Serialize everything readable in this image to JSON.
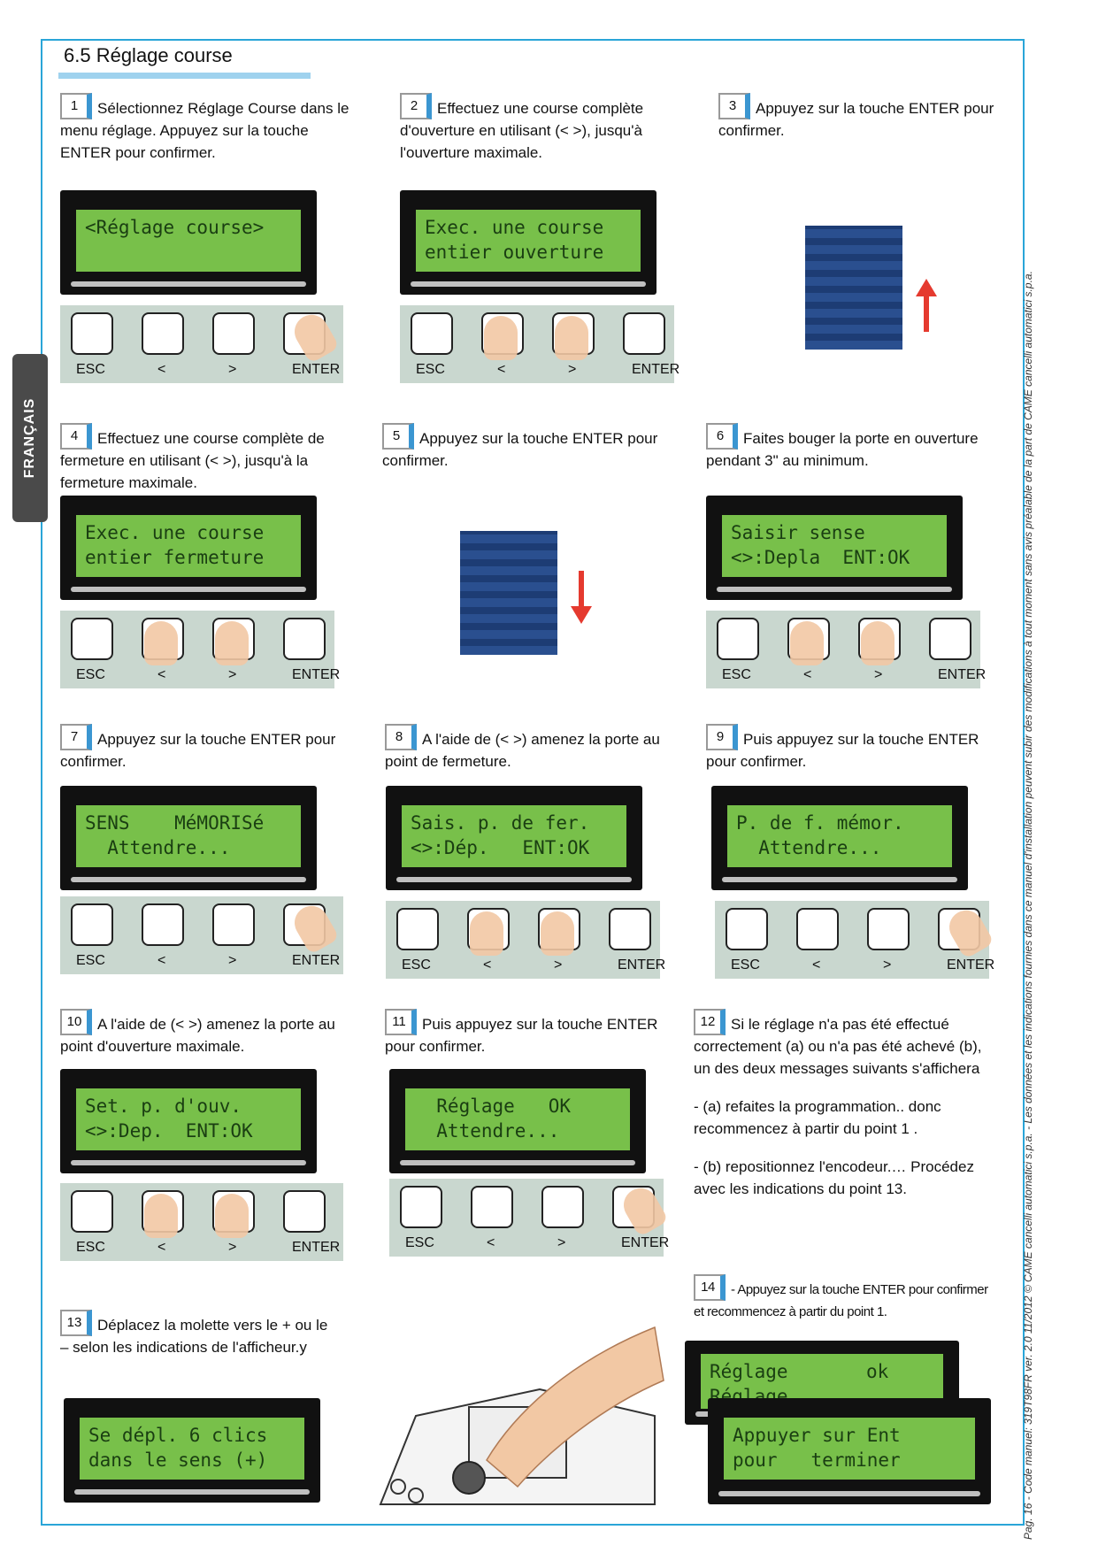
{
  "header": {
    "title": "6.5  Réglage course",
    "tab": "FRANÇAIS"
  },
  "footer": {
    "text": "Pag. 16  -  Code manuel: 319T98FR ver. 2.0  11/2012  © CAME cancelli automatici s.p.a. - Les données et les indications fournies dans ce manuel d'installation peuvent subir des modifications à tout moment sans avis préalable de la part de CAME cancelli automatici s.p.a."
  },
  "keys": {
    "esc": "ESC",
    "left": "<",
    "right": ">",
    "enter": "ENTER"
  },
  "steps": [
    {
      "num": "1",
      "text": "Sélectionnez Réglage Course dans le menu réglage. Appuyez sur la touche ENTER pour confirmer.",
      "lcd": [
        "<Réglage course>",
        ""
      ]
    },
    {
      "num": "2",
      "text": "Effectuez une course complète d'ouverture en utilisant (< >), jusqu'à l'ouverture maximale.",
      "lcd": [
        "Exec. une course",
        "entier ouverture"
      ]
    },
    {
      "num": "3",
      "text": "Appuyez sur la touche ENTER pour confirmer."
    },
    {
      "num": "4",
      "text": "Effectuez une course complète de fermeture en utilisant (< >), jusqu'à  la fermeture maximale.",
      "lcd": [
        "Exec. une course",
        "entier fermeture"
      ]
    },
    {
      "num": "5",
      "text": "Appuyez sur la touche ENTER pour confirmer."
    },
    {
      "num": "6",
      "text": "Faites bouger la porte en ouverture pendant 3\" au minimum.",
      "lcd": [
        "Saisir sense",
        "<>:Depla  ENT:OK"
      ]
    },
    {
      "num": "7",
      "text": "Appuyez sur la touche ENTER pour confirmer.",
      "lcd": [
        "SENS    MéMORISé",
        "  Attendre...  "
      ]
    },
    {
      "num": "8",
      "text": "A l'aide de (< >) amenez la porte au point de fermeture.",
      "lcd": [
        "Sais. p. de fer.",
        "<>:Dép.   ENT:OK"
      ]
    },
    {
      "num": "9",
      "text": "Puis appuyez sur la touche ENTER pour confirmer.",
      "lcd": [
        "P. de f. mémor.",
        "  Attendre...  "
      ]
    },
    {
      "num": "10",
      "text": "A l'aide de (< >) amenez la porte au point d'ouverture maximale.",
      "lcd": [
        "Set. p. d'ouv.",
        "<>:Dep.  ENT:OK"
      ]
    },
    {
      "num": "11",
      "text": "Puis appuyez sur la touche ENTER pour confirmer.",
      "lcd": [
        "  Réglage   OK",
        "  Attendre...  "
      ]
    },
    {
      "num": "12",
      "text": "Si le réglage n'a pas été effectué correctement (a) ou n'a pas été achevé (b), un des deux messages suivants s'affichera",
      "note_a": "- (a) refaites la programmation.. donc recommencez à partir du point 1 .",
      "note_b": "- (b) repositionnez l'encodeur.…  Procédez avec les indications du point 13."
    },
    {
      "num": "13",
      "text": "Déplacez la molette vers le + ou le – selon les indications de l'afficheur.y",
      "lcd": [
        "Se dépl. 6 clics",
        "dans le sens (+)"
      ]
    },
    {
      "num": "14",
      "text": "- Appuyez sur la touche ENTER pour confirmer et recommencez à partir du point 1.",
      "lcd": [
        "Réglage       ok",
        "Réglage        "
      ],
      "lcd2": [
        "Appuyer sur Ent",
        "pour   terminer"
      ]
    }
  ]
}
